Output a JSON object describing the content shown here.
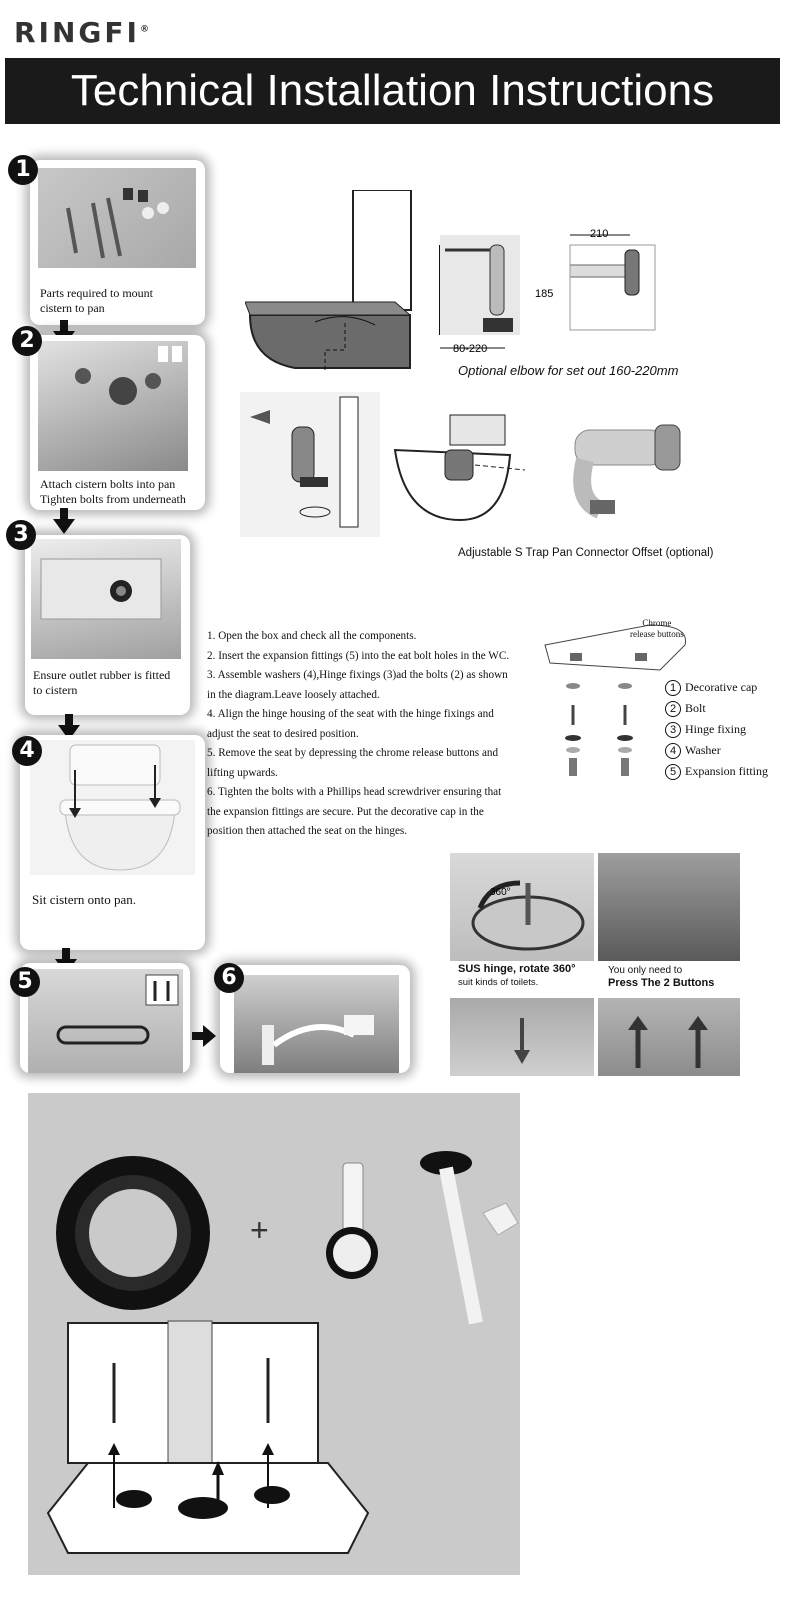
{
  "brand": {
    "name": "RINGFI",
    "mark": "®"
  },
  "banner": {
    "title": "Technical Installation Instructions"
  },
  "steps": [
    {
      "num": "1",
      "caption": "Parts required to mount\ncistern to pan"
    },
    {
      "num": "2",
      "caption": "Attach cistern bolts into pan\nTighten bolts from underneath"
    },
    {
      "num": "3",
      "caption": "Ensure outlet rubber is fitted\nto cistern"
    },
    {
      "num": "4",
      "caption": "Sit cistern onto pan."
    },
    {
      "num": "5",
      "caption": ""
    },
    {
      "num": "6",
      "caption": ""
    }
  ],
  "elbow": {
    "dim_top": "210",
    "dim_side": "185",
    "dim_bottom": "80-220",
    "caption": "Optional elbow for set out 160-220mm"
  },
  "strap": {
    "caption": "Adjustable S Trap Pan Connector Offset",
    "note": "(optional)"
  },
  "instructions": [
    "1. Open the box and check all the components.",
    "2. Insert the expansion fittings (5) into the eat bolt holes in the WC.",
    "3. Assemble washers (4),Hinge fixings (3)ad the bolts (2) as shown",
    "in the diagram.Leave loosely attached.",
    "4. Align the hinge housing of the seat with the hinge fixings and",
    "adjust the seat to desired position.",
    "5. Remove the seat by depressing the chrome release buttons and",
    "lifting upwards.",
    "6. Tighten the bolts with a Phillips head screwdriver ensuring that",
    "the expansion fittings are secure. Put the decorative cap in the",
    "position then attached the seat on the hinges."
  ],
  "seat_diagram": {
    "callout": "Chrome\nrelease buttons",
    "parts": [
      {
        "num": "1",
        "label": "Decorative cap"
      },
      {
        "num": "2",
        "label": "Bolt"
      },
      {
        "num": "3",
        "label": "Hinge fixing"
      },
      {
        "num": "4",
        "label": "Washer"
      },
      {
        "num": "5",
        "label": "Expansion fitting"
      }
    ]
  },
  "hinge_photos": {
    "left_title": "SUS hinge, rotate 360°",
    "left_sub": "suit kinds of toilets.",
    "right_line1": "You only need to",
    "right_line2": "Press The 2 Buttons",
    "rotate_label": "360°"
  },
  "kit": {
    "plus": "+"
  }
}
